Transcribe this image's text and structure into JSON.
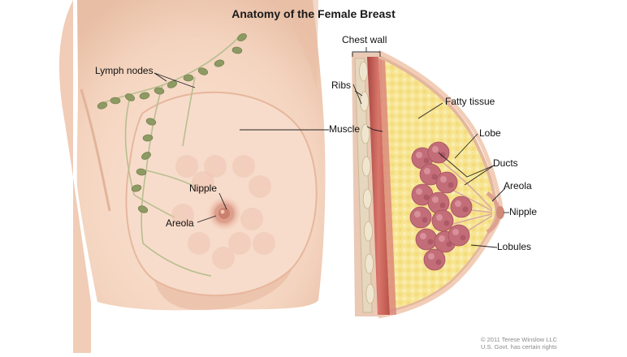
{
  "title": "Anatomy of the Female Breast",
  "front_view": {
    "labels": {
      "lymph_nodes": "Lymph nodes",
      "nipple": "Nipple",
      "areola": "Areola"
    }
  },
  "side_view": {
    "labels": {
      "chest_wall": "Chest wall",
      "ribs": "Ribs",
      "muscle": "Muscle",
      "fatty_tissue": "Fatty tissue",
      "lobe": "Lobe",
      "ducts": "Ducts",
      "areola": "Areola",
      "nipple": "Nipple",
      "lobules": "Lobules"
    }
  },
  "copyright": {
    "line1": "© 2011 Terese Winslow LLC",
    "line2": "U.S. Govt. has certain rights"
  },
  "colors": {
    "skin": "#f6d9c5",
    "skin_shadow": "#e9bea4",
    "lymph_node": "#8d9a63",
    "vessel": "#b7bd8e",
    "gland": "#c26d78",
    "fat": "#f6e08a",
    "muscle": "#c9625a"
  }
}
